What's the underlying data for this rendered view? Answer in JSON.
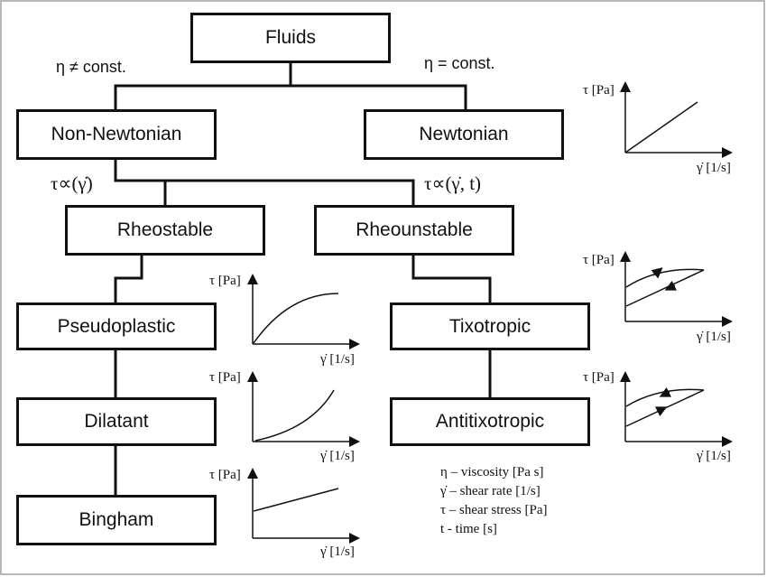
{
  "nodes": {
    "fluids": "Fluids",
    "non_newtonian": "Non-Newtonian",
    "newtonian": "Newtonian",
    "rheostable": "Rheostable",
    "rheounstable": "Rheounstable",
    "pseudoplastic": "Pseudoplastic",
    "dilatant": "Dilatant",
    "bingham": "Bingham",
    "tixotropic": "Tixotropic",
    "antitixotropic": "Antitixotropic"
  },
  "conditions": {
    "eta_not_const": "η ≠  const.",
    "eta_const": "η = const.",
    "tau_prop_gamma": "τ∝(γ̇)",
    "tau_prop_gamma_t": "τ∝(γ̇, t)"
  },
  "axes": {
    "y_label": "τ [Pa]",
    "x_label": "γ̇ [1/s]"
  },
  "legend": [
    "η – viscosity [Pa s]",
    "γ̇ – shear rate [1/s]",
    "τ – shear stress [Pa]",
    "t - time [s]"
  ],
  "colors": {
    "line": "#111111",
    "frame": "#b8b8b8"
  }
}
